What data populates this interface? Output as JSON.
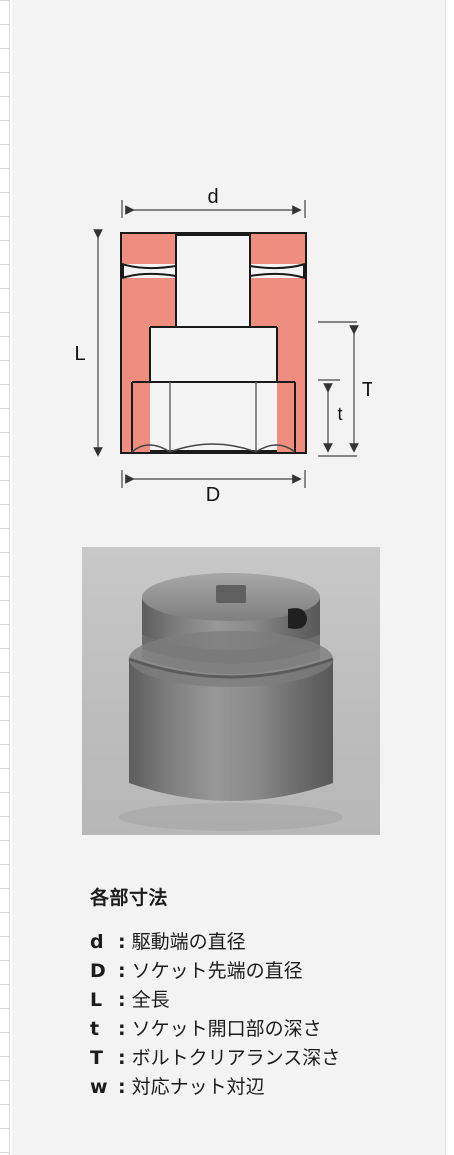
{
  "diagram": {
    "labels": {
      "d": "d",
      "L": "L",
      "T": "T",
      "t": "t",
      "D": "D"
    }
  },
  "colors": {
    "panel": "#f3f3f3",
    "wall": "#ef8e7f",
    "outline": "#1a1a1a",
    "photo_bg": "#c3c3c3"
  },
  "legend": {
    "title": "各部寸法",
    "items": [
      {
        "key": "d",
        "sep": ":",
        "desc": "駆動端の直径"
      },
      {
        "key": "D",
        "sep": ":",
        "desc": "ソケット先端の直径"
      },
      {
        "key": "L",
        "sep": ":",
        "desc": "全長"
      },
      {
        "key": "t",
        "sep": ":",
        "desc": "ソケット開口部の深さ"
      },
      {
        "key": "T",
        "sep": ":",
        "desc": "ボルトクリアランス深さ"
      },
      {
        "key": "w",
        "sep": ":",
        "desc": "対応ナット対辺"
      }
    ]
  }
}
